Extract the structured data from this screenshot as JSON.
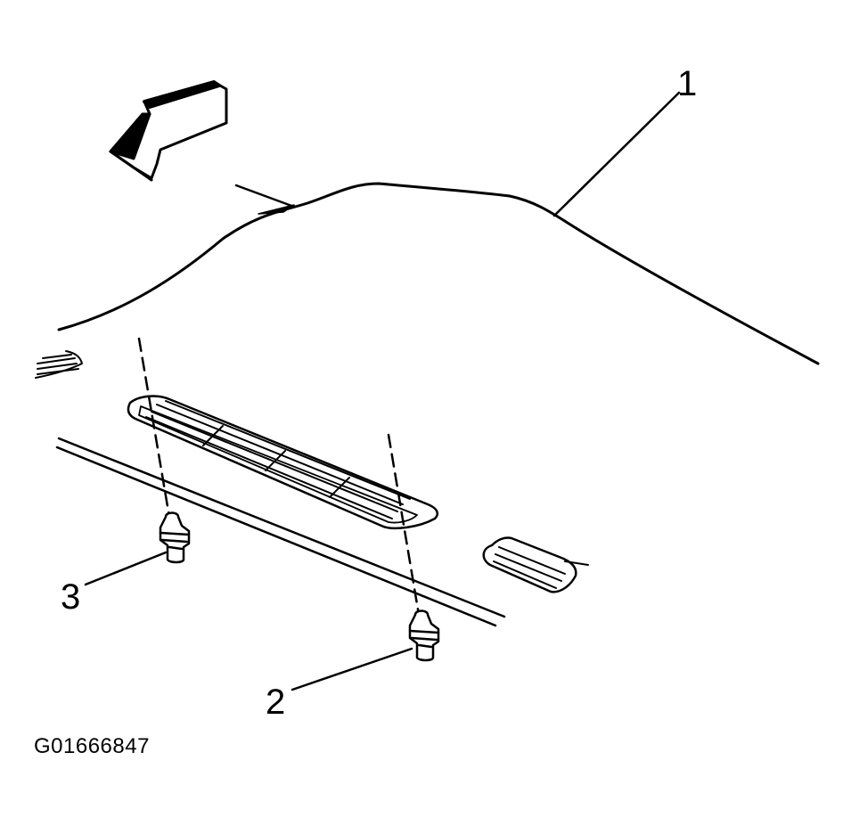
{
  "callouts": {
    "headliner": "1",
    "fastener_right": "2",
    "fastener_left": "3"
  },
  "figure_id": "G01666847",
  "colors": {
    "ink": "#000000",
    "paper": "#ffffff"
  },
  "icons": {
    "direction_arrow": "front-direction-arrow-icon",
    "fastener": "push-pin-retainer-icon"
  }
}
